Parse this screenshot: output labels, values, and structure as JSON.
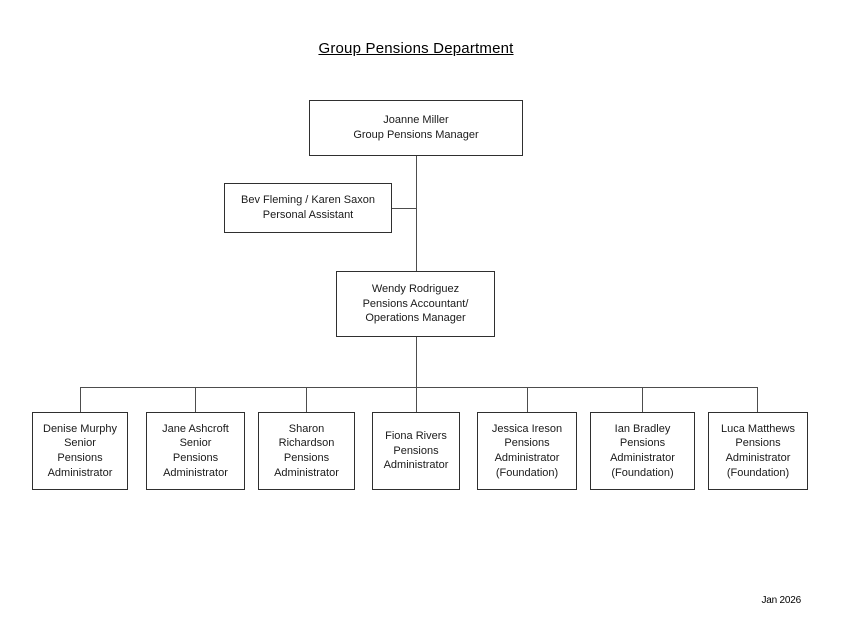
{
  "title": "Group Pensions Department",
  "date_label": "Jan 2026",
  "colors": {
    "background": "#ffffff",
    "box_border": "#2f2f2f",
    "connector_line": "#4d4d4d",
    "text": "#1a1a1a"
  },
  "nodes": {
    "manager": {
      "lines": [
        "Joanne Miller",
        "Group Pensions Manager"
      ]
    },
    "assistant": {
      "lines": [
        "Bev Fleming / Karen Saxon",
        "Personal Assistant"
      ]
    },
    "operations": {
      "lines": [
        "Wendy Rodriguez",
        "Pensions Accountant/",
        "Operations Manager"
      ]
    },
    "administrators": [
      {
        "lines": [
          "Denise Murphy",
          "Senior",
          "Pensions",
          "Administrator"
        ]
      },
      {
        "lines": [
          "Jane Ashcroft",
          "Senior",
          "Pensions",
          "Administrator"
        ]
      },
      {
        "lines": [
          "Sharon",
          "Richardson",
          "Pensions",
          "Administrator"
        ]
      },
      {
        "lines": [
          "Fiona Rivers",
          "Pensions",
          "Administrator"
        ]
      },
      {
        "lines": [
          "Jessica Ireson",
          "Pensions",
          "Administrator",
          "(Foundation)"
        ]
      },
      {
        "lines": [
          "Ian Bradley",
          "Pensions",
          "Administrator",
          "(Foundation)"
        ]
      },
      {
        "lines": [
          "Luca Matthews",
          "Pensions",
          "Administrator",
          "(Foundation)"
        ]
      }
    ]
  }
}
